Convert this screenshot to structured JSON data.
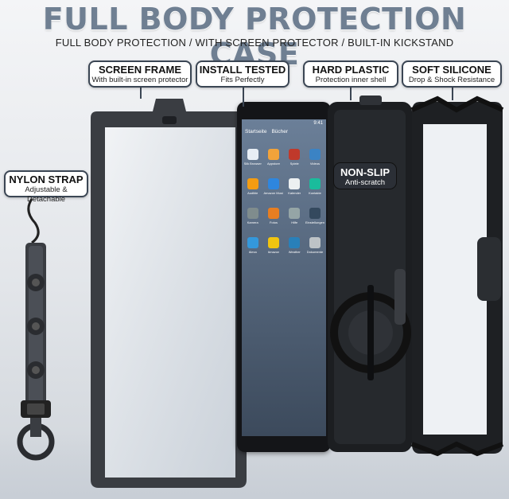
{
  "title": "FULL BODY PROTECTION CASE",
  "subtitle": "FULL BODY PROTECTION / WITH SCREEN PROTECTOR / BUILT-IN KICKSTAND",
  "callouts": {
    "screen_frame": {
      "title": "SCREEN FRAME",
      "subtitle": "With built-in screen protector"
    },
    "install_tested": {
      "title": "INSTALL TESTED",
      "subtitle": "Fits Perfectly"
    },
    "hard_plastic": {
      "title": "HARD PLASTIC",
      "subtitle": "Protection inner shell"
    },
    "soft_silicone": {
      "title": "SOFT SILICONE",
      "subtitle": "Drop & Shock Resistance"
    },
    "nylon_strap": {
      "title": "NYLON STRAP",
      "subtitle": "Adjustable & Detachable"
    },
    "non_slip": {
      "title": "NON-SLIP",
      "subtitle": "Anti-scratch"
    }
  },
  "tablet_screen": {
    "status_time": "9:41",
    "tabs": [
      "Startseite",
      "Bücher"
    ],
    "apps": [
      "Silk Browser",
      "Appstore",
      "Spiele",
      "Videos",
      "Audible",
      "Amazon Music",
      "Kalender",
      "Kontakte",
      "Kamera",
      "Fotos",
      "Hilfe",
      "Einstellungen",
      "Alexa",
      "Amazon",
      "Weather",
      "Dokumente"
    ]
  },
  "colors": {
    "title": "#6f7f92",
    "frame": "#3a3d42",
    "case_black": "#1c1e21",
    "callout_border": "#3b4654"
  }
}
